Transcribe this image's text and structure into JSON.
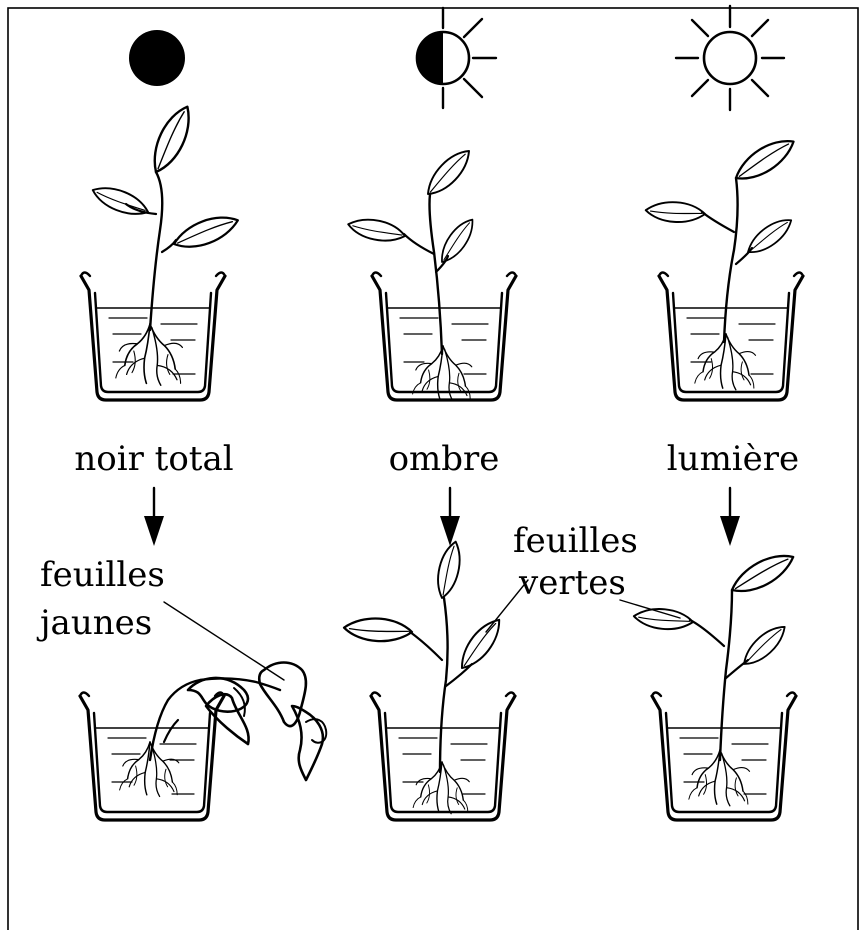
{
  "labels": {
    "dark": "noir total",
    "shade": "ombre",
    "light": "lumière",
    "yellow_leaves_line1": "feuilles",
    "yellow_leaves_line2": "jaunes",
    "green_leaves_line1": "feuilles",
    "green_leaves_line2": "vertes"
  },
  "icons": {
    "dark": "full-moon-dark-icon",
    "shade": "half-sun-icon",
    "light": "sun-icon"
  },
  "colors": {
    "ink": "#000000",
    "paper": "#ffffff"
  }
}
